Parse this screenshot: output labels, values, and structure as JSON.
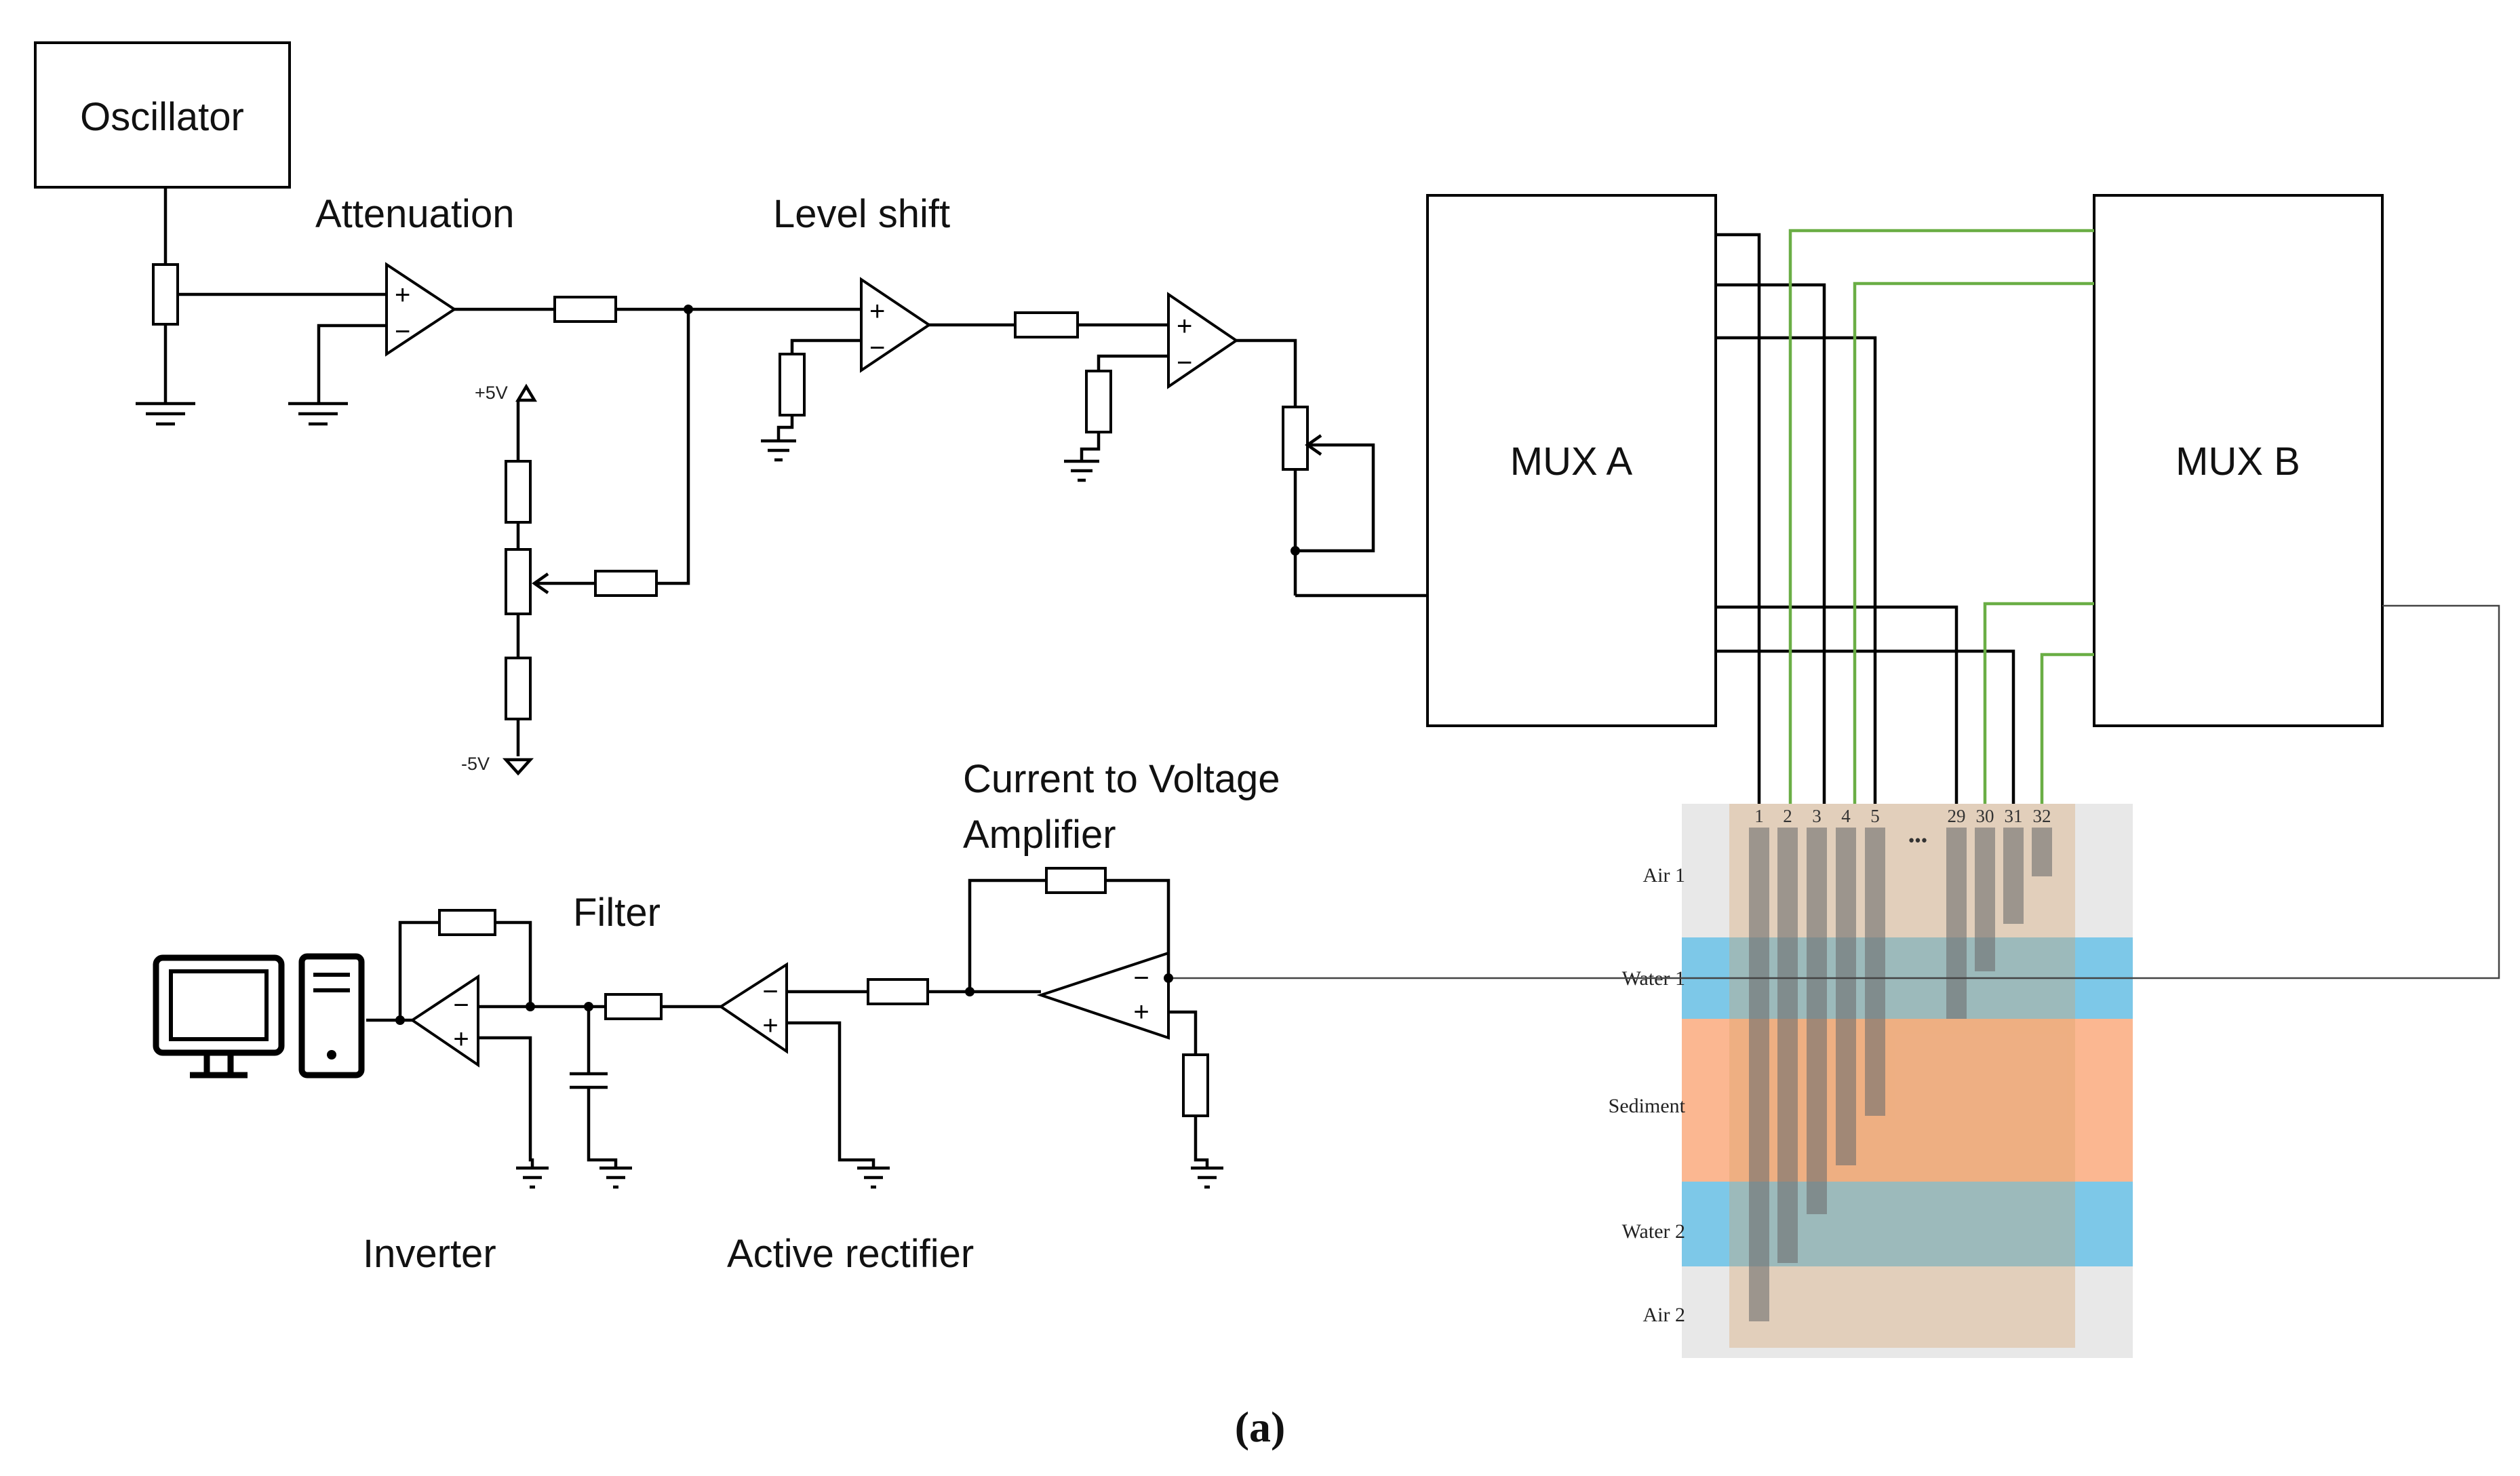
{
  "figure_label": "(a)",
  "blocks": {
    "oscillator": "Oscillator",
    "mux_a": "MUX A",
    "mux_b": "MUX B"
  },
  "stage_labels": {
    "attenuation": "Attenuation",
    "level_shift": "Level shift",
    "current_to_voltage_line1": "Current to Voltage",
    "current_to_voltage_line2": "Amplifier",
    "filter": "Filter",
    "inverter": "Inverter",
    "active_rectifier": "Active rectifier"
  },
  "supply": {
    "positive": "+5V",
    "negative": "-5V"
  },
  "electrode_numbers": [
    "1",
    "2",
    "3",
    "4",
    "5",
    "29",
    "30",
    "31",
    "32"
  ],
  "electrode_ellipsis": "•••",
  "layers": [
    "Air 1",
    "Water 1",
    "Sediment",
    "Water 2",
    "Air 2"
  ],
  "opamp_signs": {
    "plus": "+",
    "minus": "−"
  },
  "colors": {
    "air": "#e8e8e8",
    "water": "#7dc8e8",
    "sediment": "#fbb791",
    "container": "#e9cfa8",
    "electrode": "#8a8a8a",
    "green_wire": "#6aae45"
  }
}
